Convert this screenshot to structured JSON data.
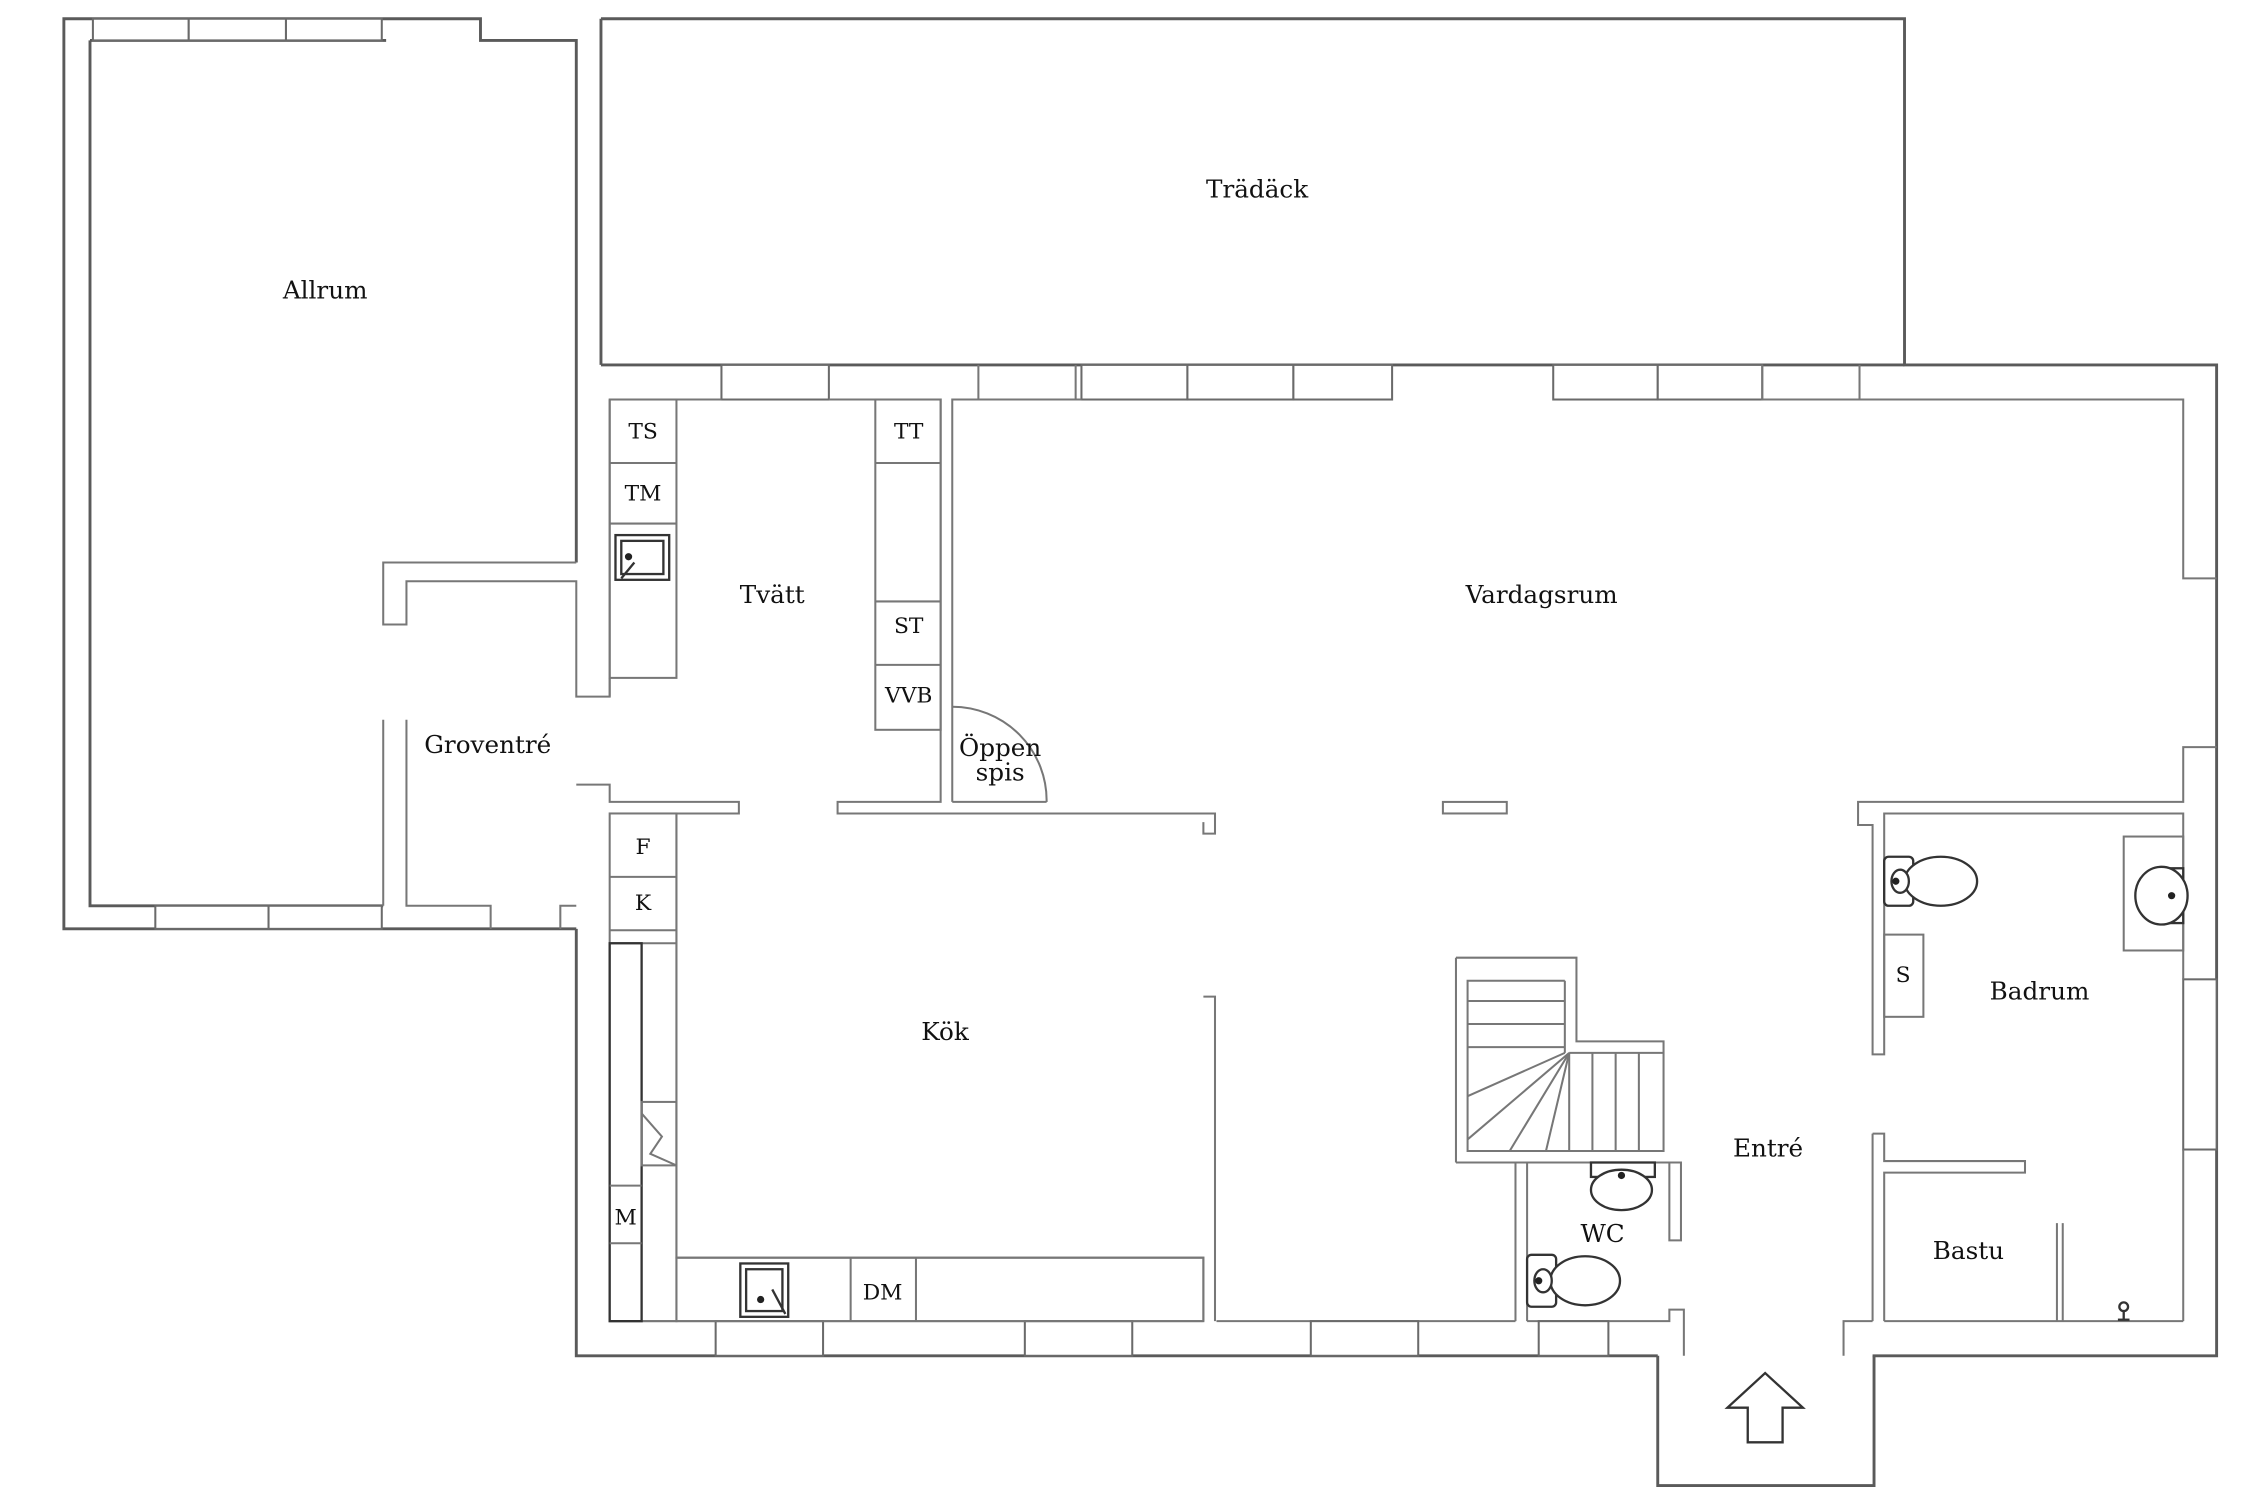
{
  "plan": {
    "rooms": {
      "allrum": "Allrum",
      "tradack": "Trädäck",
      "tvatt": "Tvätt",
      "vardagsrum": "Vardagsrum",
      "groventre": "Groventré",
      "oppen_spis_line1": "Öppen",
      "oppen_spis_line2": "spis",
      "kok": "Kök",
      "entre": "Entré",
      "badrum": "Badrum",
      "wc": "WC",
      "bastu": "Bastu"
    },
    "appliances": {
      "ts": "TS",
      "tm": "TM",
      "tt": "TT",
      "st": "ST",
      "vvb": "VVB",
      "f": "F",
      "k": "K",
      "m": "M",
      "dm": "DM",
      "s": "S"
    }
  }
}
